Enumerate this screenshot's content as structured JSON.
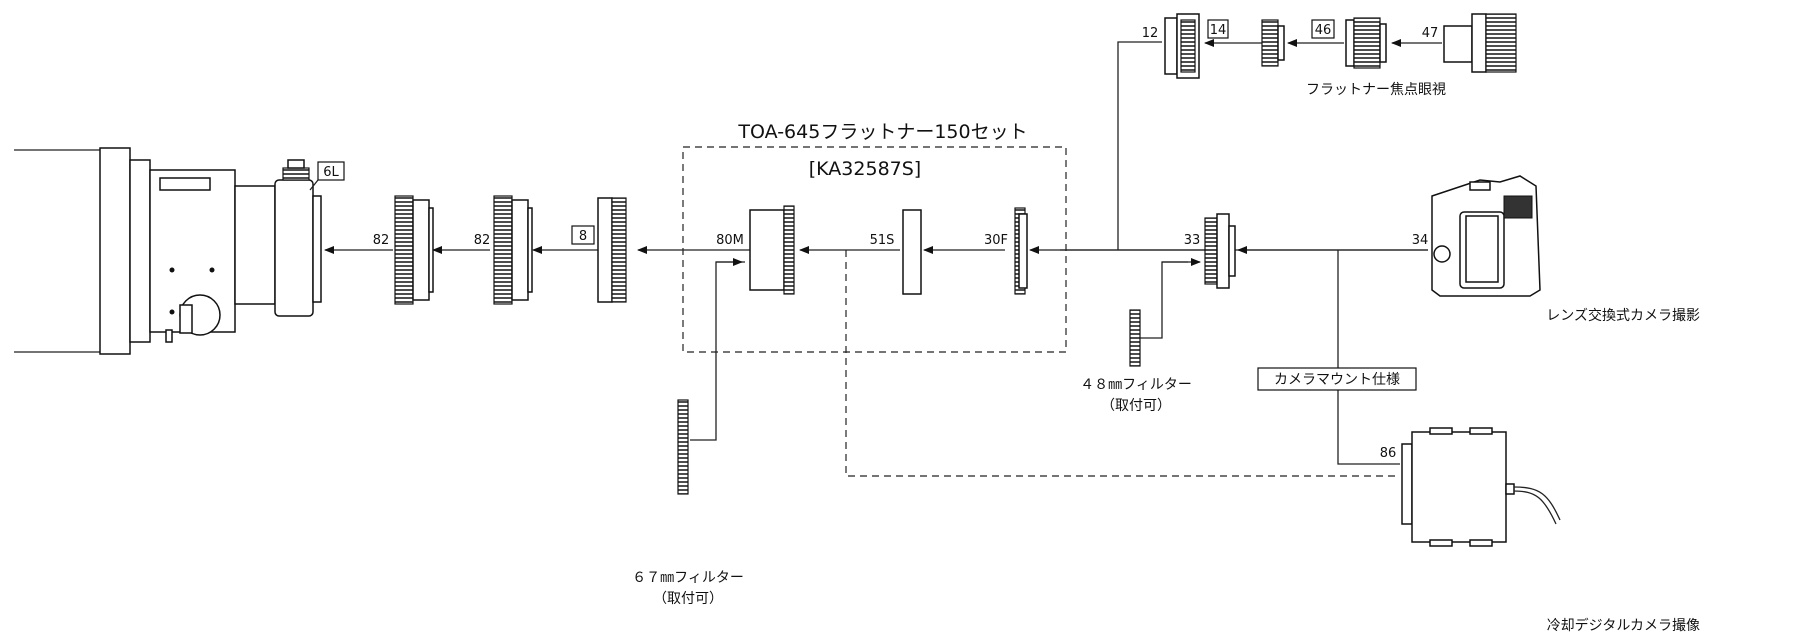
{
  "set_title": "TOA-645フラットナー150セット",
  "set_code": "[KA32587S]",
  "parts": {
    "p6L": "6L",
    "p82a": "82",
    "p82b": "82",
    "p8": "8",
    "p80M": "80M",
    "p51S": "51S",
    "p30F": "30F",
    "p33": "33",
    "p34": "34",
    "p12": "12",
    "p14": "14",
    "p46": "46",
    "p47": "47",
    "p86": "86"
  },
  "captions": {
    "eyepiece": "フラットナー焦点眼視",
    "camera_lens": "レンズ交換式カメラ撮影",
    "camera_mount": "カメラマウント仕様",
    "cooled_camera": "冷却デジタルカメラ撮像",
    "filter67_line1": "６７㎜フィルター",
    "filter67_line2": "（取付可）",
    "filter48_line1": "４８㎜フィルター",
    "filter48_line2": "（取付可）"
  }
}
